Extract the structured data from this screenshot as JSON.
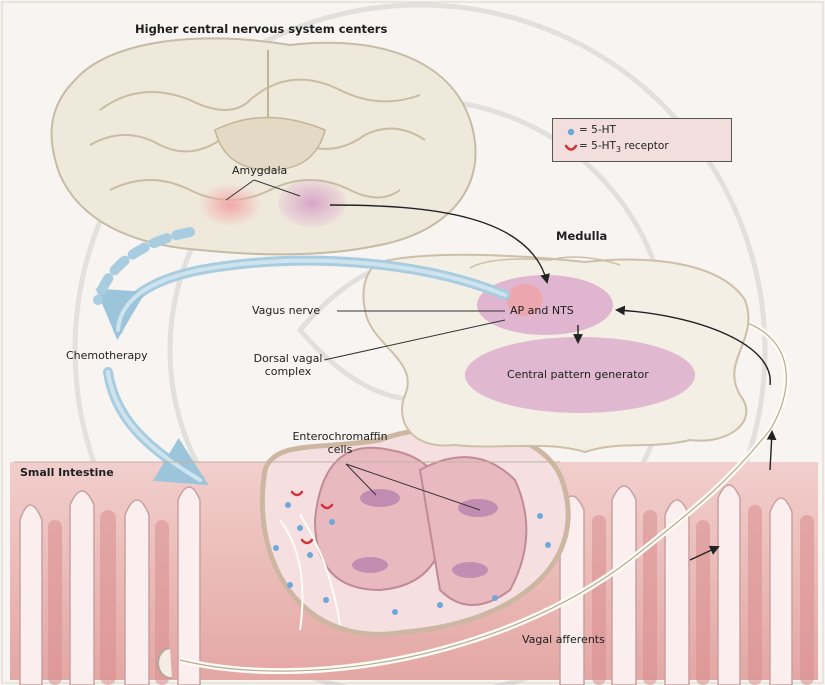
{
  "title": "Higher central nervous system centers",
  "labels": {
    "amygdala": "Amygdala",
    "medulla": "Medulla",
    "vagus_nerve": "Vagus nerve",
    "ap_nts": "AP and NTS",
    "chemotherapy": "Chemotherapy",
    "dorsal_vagal_1": "Dorsal vagal",
    "dorsal_vagal_2": "complex",
    "central_pattern": "Central pattern generator",
    "enterochromaffin_1": "Enterochromaffin",
    "enterochromaffin_2": "cells",
    "small_intestine": "Small Intestine",
    "vagal_afferents": "Vagal afferents"
  },
  "legend": {
    "serotonin": "= 5-HT",
    "receptor_prefix": "= 5-HT",
    "receptor_sub": "3",
    "receptor_suffix": " receptor"
  },
  "colors": {
    "brain_tissue": "#efe9dc",
    "brain_white_matter": "#e3d9c4",
    "medulla_tissue": "#f4efe4",
    "purple_region": "#d9a6c9",
    "intestine_pink": "#e8b7b3",
    "villus_pink": "#d98e8f",
    "chemo_arrow": "#a9cde0",
    "serotonin_dot": "#6fa7d8",
    "receptor_red": "#d0343a",
    "legend_bg": "#f3dede"
  }
}
